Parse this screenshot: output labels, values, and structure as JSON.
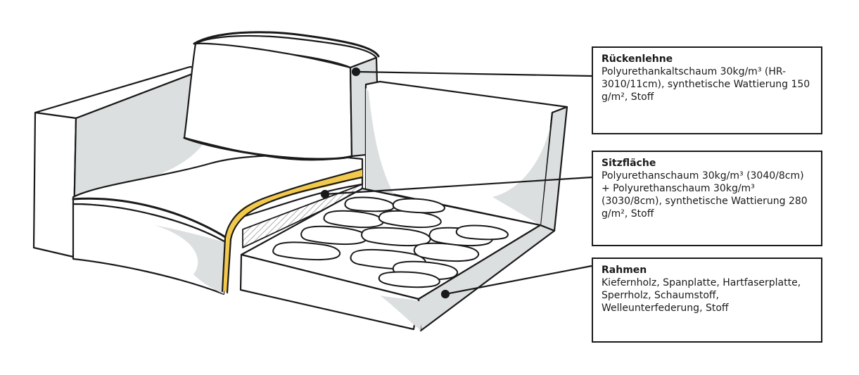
{
  "labels": {
    "backrest": {
      "title": "Rückenlehne",
      "description": "Polyurethankaltschaum 30kg/m³ (HR-3010/11cm), synthetische Wattierung 150 g/m², Stoff"
    },
    "seat": {
      "title": "Sitzfläche",
      "description": "Polyurethanschaum 30kg/m³ (3040/8cm) + Polyurethanschaum 30kg/m³ (3030/8cm), synthetische Wattierung 280 g/m², Stoff"
    },
    "frame": {
      "title": "Rahmen",
      "description": "Kiefernholz, Spanplatte, Hartfaserplatte, Sperrholz, Schaumstoff, Welleunterfederung, Stoff"
    }
  },
  "colors": {
    "outline": "#1a1a1a",
    "shading": "#dcdfe0",
    "foam_layer": "#f2c94c",
    "background": "#ffffff"
  }
}
